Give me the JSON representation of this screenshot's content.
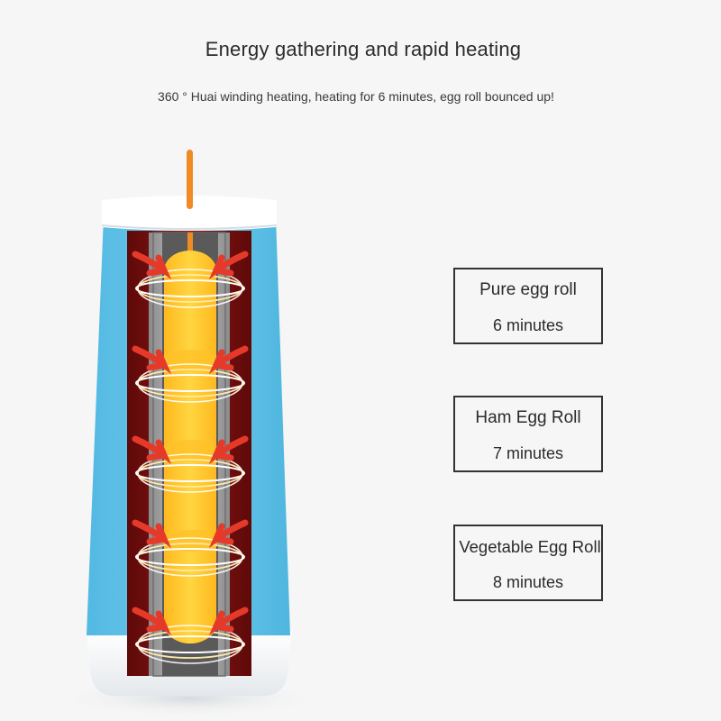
{
  "header": {
    "title": "Energy gathering and rapid heating",
    "subtitle": "360 ° Huai winding heating, heating for 6 minutes, egg roll bounced up!"
  },
  "cooking_times": [
    {
      "name": "Pure egg roll",
      "time": "6 minutes"
    },
    {
      "name": "Ham Egg Roll",
      "time": "7 minutes"
    },
    {
      "name": "Vegetable Egg Roll",
      "time": "8 minutes"
    }
  ],
  "colors": {
    "body_blue": "#5cc2e6",
    "heating_red": "#7a0f10",
    "egg_yellow": "#ffc72c",
    "arrow_red": "#e53a2a",
    "stick_orange": "#f08a24"
  }
}
